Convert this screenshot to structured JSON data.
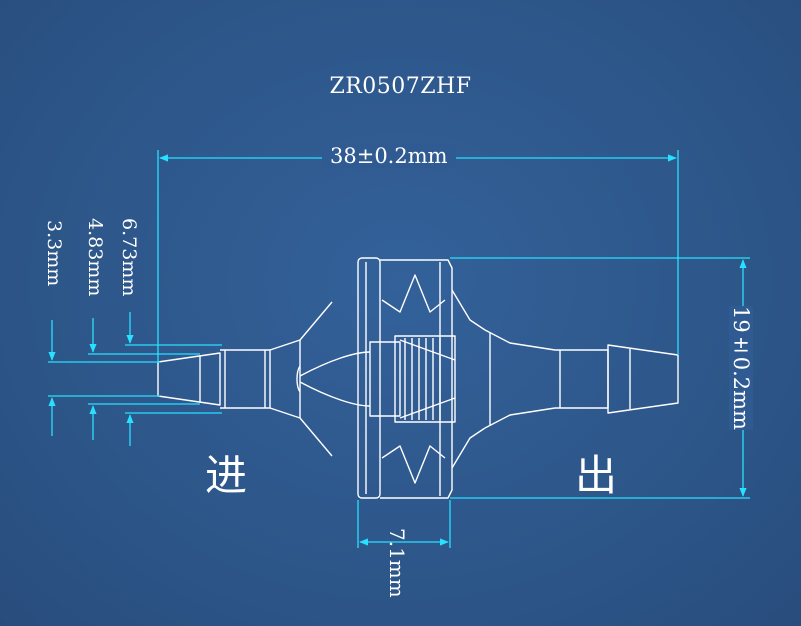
{
  "title": "ZR0507ZHF",
  "dimensions": {
    "length": "38±0.2mm",
    "body_diameter": "19±0.2mm",
    "body_width": "7.1mm",
    "barb_outer": "6.73mm",
    "barb_root": "4.83mm",
    "bore": "3.3mm"
  },
  "ports": {
    "inlet": "进",
    "outlet": "出"
  },
  "colors": {
    "background": "#2f5990",
    "line": "#ffffff",
    "dimension": "#28e0ff"
  }
}
